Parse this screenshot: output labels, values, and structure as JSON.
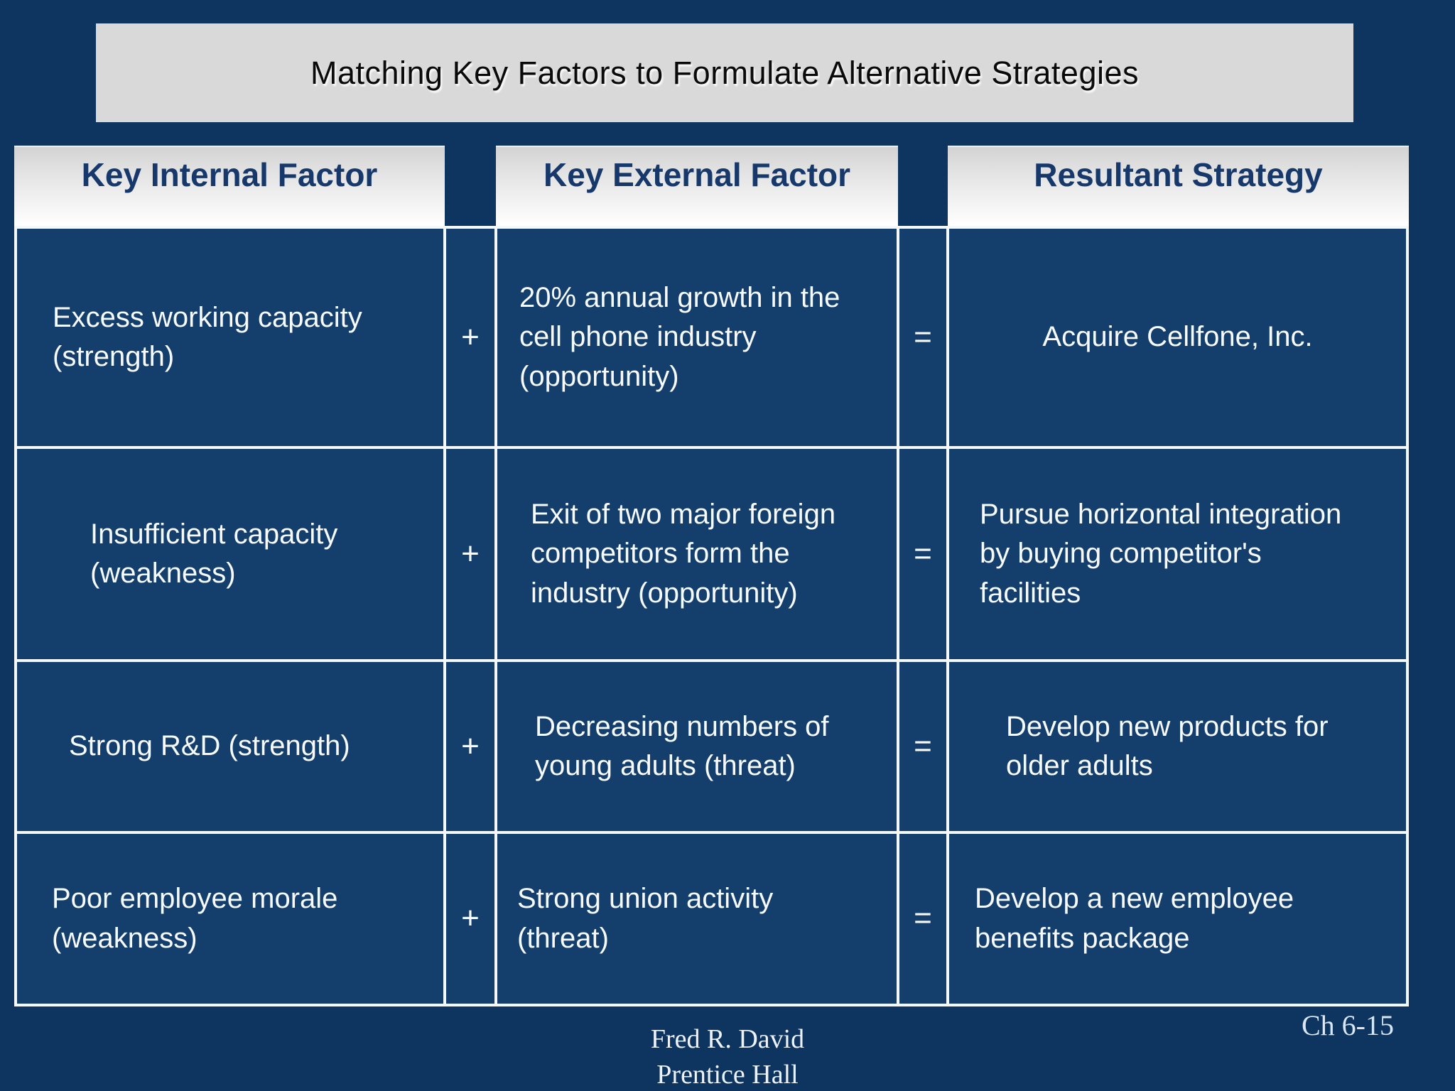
{
  "slide": {
    "title": "Matching Key Factors to Formulate Alternative Strategies"
  },
  "table": {
    "headers": [
      "Key Internal Factor",
      "Key External Factor",
      "Resultant Strategy"
    ],
    "operators": {
      "plus": "+",
      "equals": "="
    },
    "rows": [
      {
        "internal": "Excess working capacity\n(strength)",
        "external": "20% annual growth in the\ncell phone industry\n(opportunity)",
        "strategy": "Acquire Cellfone, Inc."
      },
      {
        "internal": "Insufficient capacity\n(weakness)",
        "external": "Exit of two major foreign\ncompetitors form the\nindustry (opportunity)",
        "strategy": "Pursue horizontal integration\nby buying competitor's\nfacilities"
      },
      {
        "internal": "Strong R&D (strength)",
        "external": "Decreasing numbers of\nyoung adults (threat)",
        "strategy": "Develop new products for\nolder adults"
      },
      {
        "internal": "Poor employee morale\n(weakness)",
        "external": "Strong union activity\n(threat)",
        "strategy": "Develop a new employee\nbenefits package"
      }
    ]
  },
  "footer": {
    "chapter": "Ch 6-15",
    "author": "Fred R. David",
    "publisher": "Prentice Hall"
  },
  "colors": {
    "slide_background": "#0d3560",
    "cell_background": "#143e6b",
    "grid_lines": "#f4f8fb",
    "title_box_background": "#d9d9d9",
    "title_text": "#0a0a0a",
    "header_text": "#16386b",
    "header_gradient_top": "#d3d3d3",
    "header_gradient_bottom": "#ffffff",
    "body_text": "#f7fafd",
    "footer_text": "#edf2f9",
    "chapter_text": "#d9e6f3"
  }
}
